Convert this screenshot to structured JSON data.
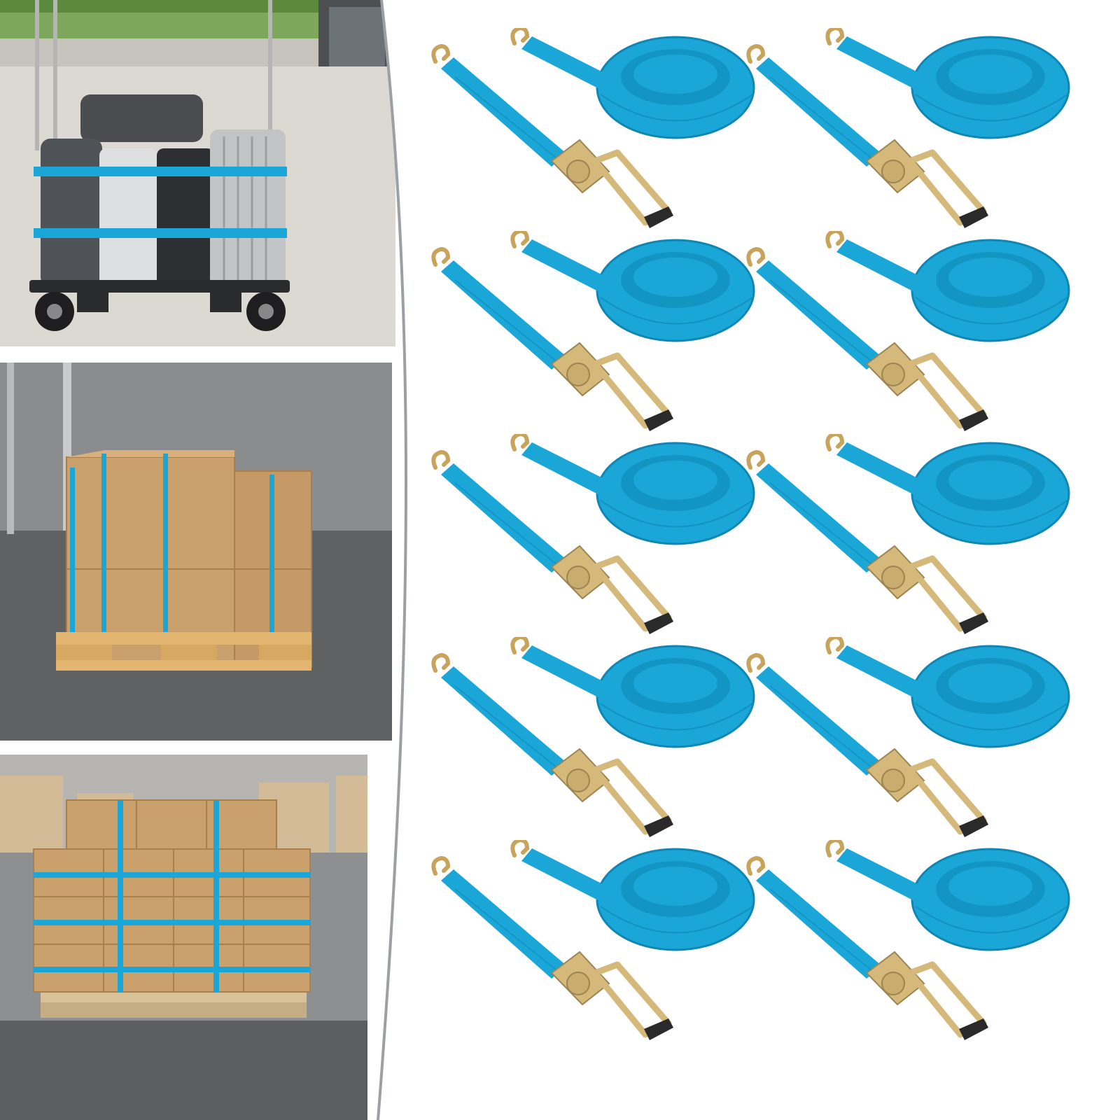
{
  "colors": {
    "strap_blue": "#1aa6d6",
    "strap_blue_dark": "#0f86b4",
    "buckle_gold": "#d4b97a",
    "buckle_dark": "#9c8453",
    "handle_black": "#2a2a2a",
    "cardboard": "#caa06d",
    "cardboard_dark": "#a97f4c",
    "pallet_wood": "#e2b570",
    "divider_grey": "#9aa0a6"
  },
  "scenes": [
    {
      "id": "cart",
      "subject": "luggage-cart-strapped"
    },
    {
      "id": "pallet-warehouse",
      "subject": "boxes-on-pallet-strapped"
    },
    {
      "id": "pallet-storage",
      "subject": "stacked-boxes-pallet-strapped"
    }
  ],
  "product": {
    "set_count": 10,
    "icons": [
      "ratchet-strap-icon",
      "j-hook-icon",
      "strap-coil-icon"
    ]
  }
}
